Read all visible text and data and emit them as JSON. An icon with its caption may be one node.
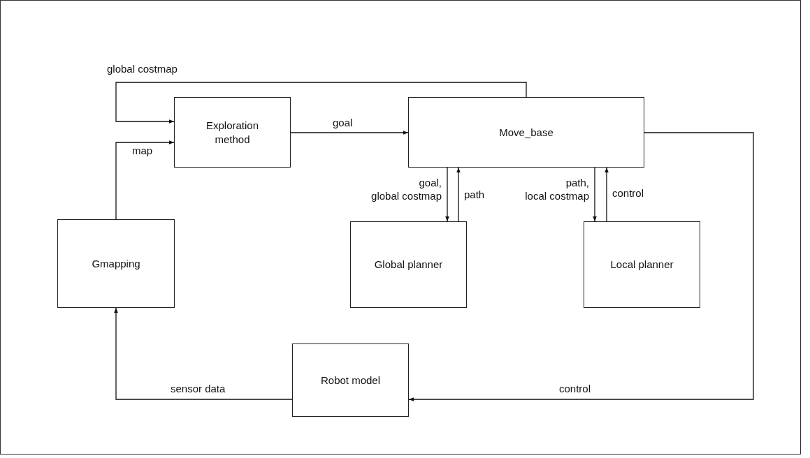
{
  "diagram": {
    "nodes": [
      {
        "text": [
          "Exploration method"
        ]
      },
      {
        "text": [
          "Move_base"
        ]
      },
      {
        "text": [
          "Gmapping"
        ]
      },
      {
        "text": [
          "Global planner"
        ]
      },
      {
        "text": [
          "Local planner"
        ]
      },
      {
        "text": [
          "Robot model"
        ]
      }
    ],
    "edges": [
      {
        "from": 1,
        "to": 0,
        "arrow": "to",
        "label": "global costmap"
      },
      {
        "from": 0,
        "to": 1,
        "arrow": "to",
        "label": "goal"
      },
      {
        "from": 2,
        "to": 0,
        "arrow": "to",
        "label": "map"
      },
      {
        "from": 1,
        "to": 3,
        "arrow": "to",
        "label": "goal, global costmap"
      },
      {
        "from": 3,
        "to": 1,
        "arrow": "to",
        "label": "path"
      },
      {
        "from": 1,
        "to": 4,
        "arrow": "to",
        "label": "path, local costmap"
      },
      {
        "from": 4,
        "to": 1,
        "arrow": "to",
        "label": "control"
      },
      {
        "from": 1,
        "to": 5,
        "arrow": "to",
        "label": "control"
      },
      {
        "from": 5,
        "to": 2,
        "arrow": "to",
        "label": "sensor data"
      }
    ]
  }
}
